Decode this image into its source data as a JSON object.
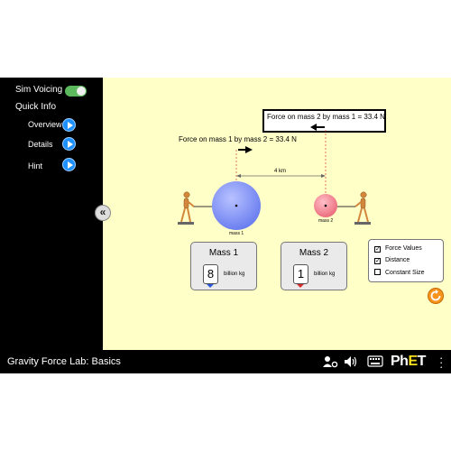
{
  "sidebar": {
    "sim_voicing_label": "Sim Voicing",
    "sim_voicing_on": true,
    "quick_info_label": "Quick Info",
    "items": [
      {
        "label": "Overview"
      },
      {
        "label": "Details"
      },
      {
        "label": "Hint"
      }
    ]
  },
  "play_area": {
    "force_on_mass2": "Force on mass 2 by mass 1 = 33.4 N",
    "force_on_mass1": "Force on mass 1 by mass 2 = 33.4 N",
    "distance_label": "4 km",
    "mass1_label": "mass 1",
    "mass2_label": "mass 2",
    "mass1_color": "#8c9cf5",
    "mass2_color": "#f08a9a"
  },
  "controls": {
    "mass1": {
      "title": "Mass 1",
      "value": "8",
      "unit": "billion kg"
    },
    "mass2": {
      "title": "Mass 2",
      "value": "1",
      "unit": "billion kg"
    },
    "checkboxes": [
      {
        "label": "Force Values",
        "checked": true
      },
      {
        "label": "Distance",
        "checked": true
      },
      {
        "label": "Constant Size",
        "checked": false
      }
    ]
  },
  "navbar": {
    "title": "Gravity Force Lab: Basics",
    "logo": "PhET"
  },
  "colors": {
    "background": "#ffffc8",
    "accent_blue": "#1e90ff",
    "reset_orange": "#f7941d",
    "toggle_green": "#5cb85c"
  }
}
